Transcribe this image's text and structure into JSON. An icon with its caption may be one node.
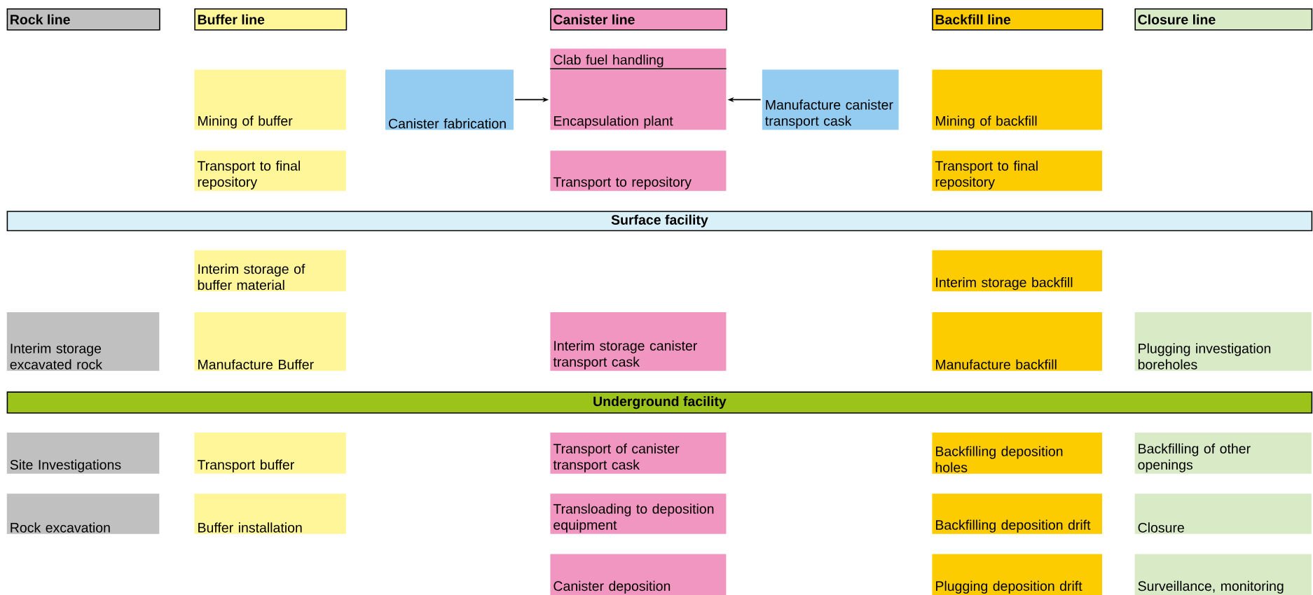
{
  "diagram": {
    "nodes": [
      {
        "text": [
          "Rock line"
        ]
      },
      {
        "text": [
          "Buffer line"
        ]
      },
      {
        "text": [
          "Canister line"
        ]
      },
      {
        "text": [
          "Backfill line"
        ]
      },
      {
        "text": [
          "Closure line"
        ]
      },
      {
        "text": [
          "Clab fuel handling"
        ]
      },
      {
        "text": [
          "Mining of buffer"
        ]
      },
      {
        "text": [
          "Canister fabrication"
        ]
      },
      {
        "text": [
          "Encapsulation plant"
        ]
      },
      {
        "text": [
          "Manufacture canister transport cask"
        ]
      },
      {
        "text": [
          "Mining of backfill"
        ]
      },
      {
        "text": [
          "Transport to final repository"
        ]
      },
      {
        "text": [
          "Transport to repository"
        ]
      },
      {
        "text": [
          "Transport to final repository"
        ]
      },
      {
        "text": [
          "Surface facility"
        ]
      },
      {
        "text": [
          "Interim storage of buffer material"
        ]
      },
      {
        "text": [
          "Interim storage backfill"
        ]
      },
      {
        "text": [
          "Interim storage excavated rock"
        ]
      },
      {
        "text": [
          "Manufacture Buffer"
        ]
      },
      {
        "text": [
          "Interim storage canister transport cask"
        ]
      },
      {
        "text": [
          "Manufacture backfill"
        ]
      },
      {
        "text": [
          "Plugging investigation boreholes"
        ]
      },
      {
        "text": [
          "Underground facility"
        ]
      },
      {
        "text": [
          "Site Investigations"
        ]
      },
      {
        "text": [
          "Transport buffer"
        ]
      },
      {
        "text": [
          "Transport of canister transport cask"
        ]
      },
      {
        "text": [
          "Backfilling deposition holes"
        ]
      },
      {
        "text": [
          "Backfilling of other openings"
        ]
      },
      {
        "text": [
          "Rock excavation"
        ]
      },
      {
        "text": [
          "Buffer installation"
        ]
      },
      {
        "text": [
          "Transloading to deposition equipment"
        ]
      },
      {
        "text": [
          "Backfilling deposition drift"
        ]
      },
      {
        "text": [
          "Closure"
        ]
      },
      {
        "text": [
          "Canister deposition"
        ]
      },
      {
        "text": [
          "Plugging deposition drift"
        ]
      },
      {
        "text": [
          "Surveillance, monitoring"
        ]
      }
    ],
    "edges": [
      {
        "from": 7,
        "to": 8,
        "arrow": "to"
      },
      {
        "from": 9,
        "to": 8,
        "arrow": "to"
      }
    ]
  }
}
